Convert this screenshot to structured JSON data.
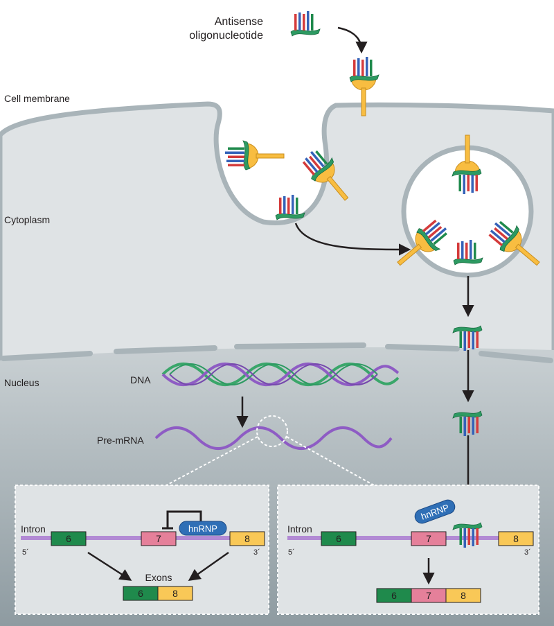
{
  "labels": {
    "antisense_line1": "Antisense",
    "antisense_line2": "oligonucleotide",
    "cell_membrane": "Cell membrane",
    "cytoplasm": "Cytoplasm",
    "nucleus": "Nucleus",
    "dna": "DNA",
    "pre_mrna": "Pre-mRNA"
  },
  "panel_left": {
    "intron": "Intron",
    "five_prime": "5´",
    "three_prime": "3´",
    "exons_label": "Exons",
    "exon_a": "6",
    "exon_b": "7",
    "exon_c": "8",
    "protein": "hnRNP",
    "product": [
      "6",
      "8"
    ]
  },
  "panel_right": {
    "intron": "Intron",
    "five_prime": "5´",
    "three_prime": "3´",
    "exon_a": "6",
    "exon_b": "7",
    "exon_c": "8",
    "protein": "hnRNP",
    "product": [
      "6",
      "7",
      "8"
    ]
  },
  "colors": {
    "cytoplasm": "#dfe3e5",
    "membrane": "#a9b4b9",
    "nucleus_top": "#c3cbcf",
    "nucleus_bottom": "#8d9aa0",
    "receptor": "#f8bd41",
    "exon6": "#1f8a4c",
    "exon7": "#e5809a",
    "exon8": "#f9c857",
    "intron": "#b28ad4",
    "hnrnp": "#2f6fb6",
    "dna_green": "#3aa66a",
    "dna_purple": "#8e5cc4"
  }
}
